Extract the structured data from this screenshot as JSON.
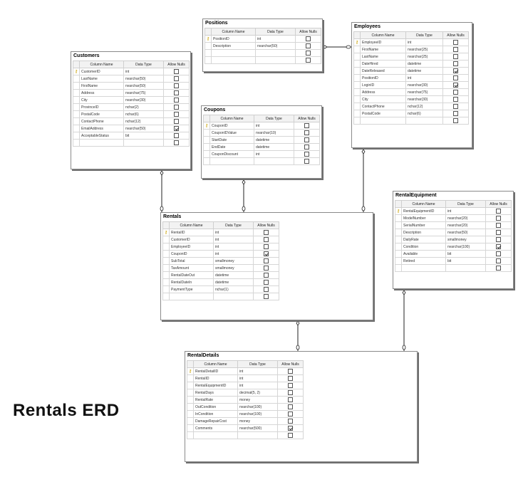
{
  "diagram_title": "Rentals ERD",
  "headers": {
    "column_name": "Column Name",
    "data_type": "Data Type",
    "allow_nulls": "Allow Nulls"
  },
  "tables": [
    {
      "id": "positions",
      "title": "Positions",
      "blank_rows": 2,
      "columns": [
        {
          "name": "PositionID",
          "type": "int",
          "nulls": false,
          "pk": true
        },
        {
          "name": "Description",
          "type": "nvarchar(50)",
          "nulls": false,
          "pk": false
        }
      ]
    },
    {
      "id": "employees",
      "title": "Employees",
      "blank_rows": 1,
      "columns": [
        {
          "name": "EmployeeID",
          "type": "int",
          "nulls": false,
          "pk": true
        },
        {
          "name": "FirstName",
          "type": "nvarchar(25)",
          "nulls": false,
          "pk": false
        },
        {
          "name": "LastName",
          "type": "nvarchar(25)",
          "nulls": false,
          "pk": false
        },
        {
          "name": "DateHired",
          "type": "datetime",
          "nulls": false,
          "pk": false
        },
        {
          "name": "DateReleased",
          "type": "datetime",
          "nulls": true,
          "pk": false
        },
        {
          "name": "PositionID",
          "type": "int",
          "nulls": false,
          "pk": false
        },
        {
          "name": "LoginID",
          "type": "nvarchar(30)",
          "nulls": true,
          "pk": false
        },
        {
          "name": "Address",
          "type": "nvarchar(75)",
          "nulls": false,
          "pk": false
        },
        {
          "name": "City",
          "type": "nvarchar(30)",
          "nulls": false,
          "pk": false
        },
        {
          "name": "ContactPhone",
          "type": "nchar(12)",
          "nulls": false,
          "pk": false
        },
        {
          "name": "PostalCode",
          "type": "nchar(6)",
          "nulls": false,
          "pk": false
        }
      ]
    },
    {
      "id": "customers",
      "title": "Customers",
      "blank_rows": 1,
      "columns": [
        {
          "name": "CustomerID",
          "type": "int",
          "nulls": false,
          "pk": true
        },
        {
          "name": "LastName",
          "type": "nvarchar(50)",
          "nulls": false,
          "pk": false
        },
        {
          "name": "FirstName",
          "type": "nvarchar(50)",
          "nulls": false,
          "pk": false
        },
        {
          "name": "Address",
          "type": "nvarchar(75)",
          "nulls": false,
          "pk": false
        },
        {
          "name": "City",
          "type": "nvarchar(30)",
          "nulls": false,
          "pk": false
        },
        {
          "name": "ProvinceID",
          "type": "nchar(2)",
          "nulls": false,
          "pk": false
        },
        {
          "name": "PostalCode",
          "type": "nchar(6)",
          "nulls": false,
          "pk": false
        },
        {
          "name": "ContactPhone",
          "type": "nchar(12)",
          "nulls": false,
          "pk": false
        },
        {
          "name": "EmailAddress",
          "type": "nvarchar(50)",
          "nulls": true,
          "pk": false
        },
        {
          "name": "AcceptableStatus",
          "type": "bit",
          "nulls": false,
          "pk": false
        }
      ]
    },
    {
      "id": "coupons",
      "title": "Coupons",
      "blank_rows": 1,
      "columns": [
        {
          "name": "CouponID",
          "type": "int",
          "nulls": false,
          "pk": true
        },
        {
          "name": "CouponIDValue",
          "type": "nvarchar(10)",
          "nulls": false,
          "pk": false
        },
        {
          "name": "StartDate",
          "type": "datetime",
          "nulls": false,
          "pk": false
        },
        {
          "name": "EndDate",
          "type": "datetime",
          "nulls": false,
          "pk": false
        },
        {
          "name": "CouponDiscount",
          "type": "int",
          "nulls": false,
          "pk": false
        }
      ]
    },
    {
      "id": "rentalequipment",
      "title": "RentalEquipment",
      "blank_rows": 1,
      "columns": [
        {
          "name": "RentalEquipmentID",
          "type": "int",
          "nulls": false,
          "pk": true
        },
        {
          "name": "ModelNumber",
          "type": "nvarchar(20)",
          "nulls": false,
          "pk": false
        },
        {
          "name": "SerialNumber",
          "type": "nvarchar(20)",
          "nulls": false,
          "pk": false
        },
        {
          "name": "Description",
          "type": "nvarchar(50)",
          "nulls": false,
          "pk": false
        },
        {
          "name": "DailyRate",
          "type": "smallmoney",
          "nulls": false,
          "pk": false
        },
        {
          "name": "Condition",
          "type": "nvarchar(100)",
          "nulls": true,
          "pk": false
        },
        {
          "name": "Available",
          "type": "bit",
          "nulls": false,
          "pk": false
        },
        {
          "name": "Retired",
          "type": "bit",
          "nulls": false,
          "pk": false
        }
      ]
    },
    {
      "id": "rentals",
      "title": "Rentals",
      "blank_rows": 1,
      "columns": [
        {
          "name": "RentalID",
          "type": "int",
          "nulls": false,
          "pk": true
        },
        {
          "name": "CustomerID",
          "type": "int",
          "nulls": false,
          "pk": false
        },
        {
          "name": "EmployeeID",
          "type": "int",
          "nulls": false,
          "pk": false
        },
        {
          "name": "CouponID",
          "type": "int",
          "nulls": true,
          "pk": false
        },
        {
          "name": "SubTotal",
          "type": "smallmoney",
          "nulls": false,
          "pk": false
        },
        {
          "name": "TaxAmount",
          "type": "smallmoney",
          "nulls": false,
          "pk": false
        },
        {
          "name": "RentalDateOut",
          "type": "datetime",
          "nulls": false,
          "pk": false
        },
        {
          "name": "RentalDateIn",
          "type": "datetime",
          "nulls": false,
          "pk": false
        },
        {
          "name": "PaymentType",
          "type": "nchar(1)",
          "nulls": false,
          "pk": false
        }
      ]
    },
    {
      "id": "rentaldetails",
      "title": "RentalDetails",
      "blank_rows": 1,
      "columns": [
        {
          "name": "RentalDetailID",
          "type": "int",
          "nulls": false,
          "pk": true
        },
        {
          "name": "RentalID",
          "type": "int",
          "nulls": false,
          "pk": false
        },
        {
          "name": "RentalEquipmentID",
          "type": "int",
          "nulls": false,
          "pk": false
        },
        {
          "name": "RentalDays",
          "type": "decimal(5, 2)",
          "nulls": false,
          "pk": false
        },
        {
          "name": "RentalRate",
          "type": "money",
          "nulls": false,
          "pk": false
        },
        {
          "name": "OutCondition",
          "type": "nvarchar(100)",
          "nulls": false,
          "pk": false
        },
        {
          "name": "InCondition",
          "type": "nvarchar(100)",
          "nulls": false,
          "pk": false
        },
        {
          "name": "DamageRepairCost",
          "type": "money",
          "nulls": false,
          "pk": false
        },
        {
          "name": "Comments",
          "type": "nvarchar(500)",
          "nulls": true,
          "pk": false
        }
      ]
    }
  ],
  "relationships": [
    {
      "from": "positions",
      "to": "employees"
    },
    {
      "from": "customers",
      "to": "rentals"
    },
    {
      "from": "coupons",
      "to": "rentals"
    },
    {
      "from": "employees",
      "to": "rentals"
    },
    {
      "from": "rentals",
      "to": "rentaldetails"
    },
    {
      "from": "rentalequipment",
      "to": "rentaldetails"
    }
  ],
  "colors": {
    "border": "#8a8a8a",
    "shadow": "#6e6e6e",
    "header_bg": "#f2f2f2",
    "key": "#c8a000",
    "line": "#222222"
  },
  "icons": {
    "primary_key": "key-icon",
    "allow_nulls": "checkbox-icon"
  }
}
